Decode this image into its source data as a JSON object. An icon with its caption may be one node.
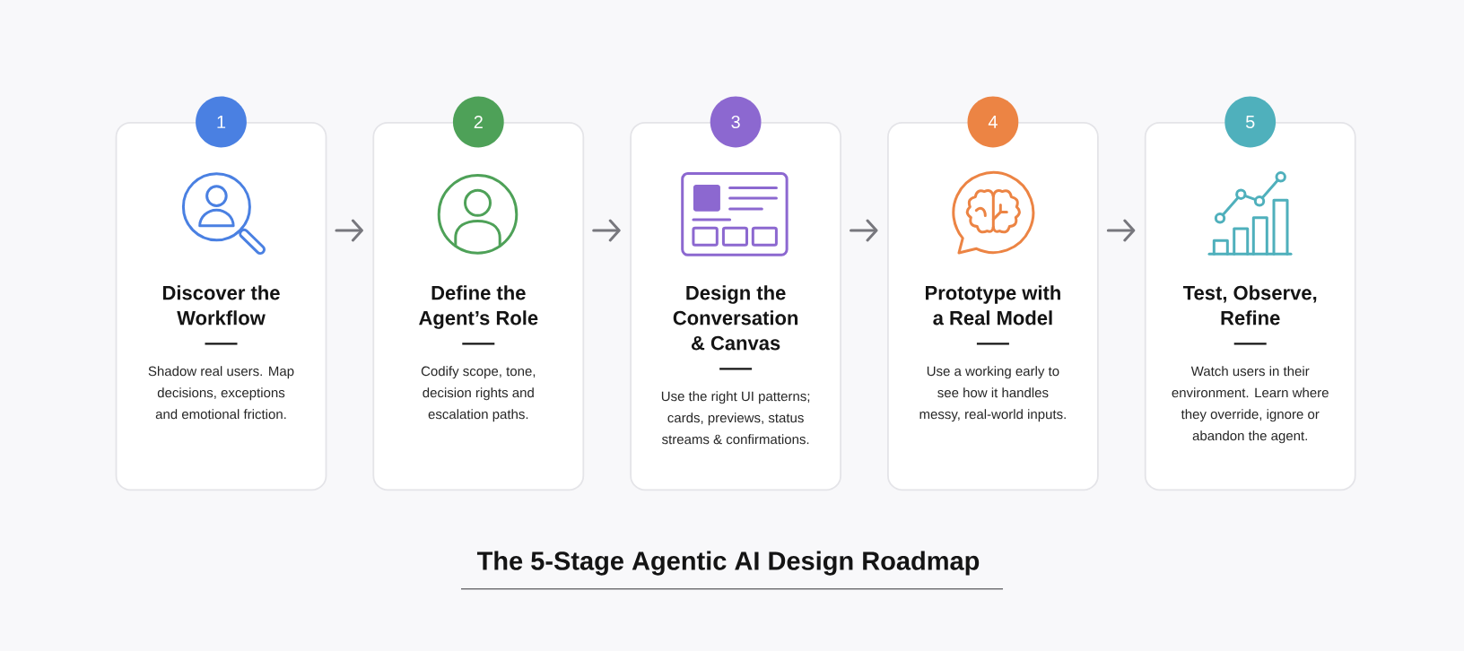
{
  "diagram": {
    "title": "The 5-Stage Agentic AI Design Roadmap",
    "nodes": [
      {
        "text": [
          "1"
        ]
      },
      {
        "text": [
          "Discover the Workflow",
          "Shadow real users. Map decisions, exceptions and emotional friction."
        ]
      },
      {
        "text": [
          "2"
        ]
      },
      {
        "text": [
          "Define the Agent’s Role",
          "Codify scope, tone, decision rights and escalation paths."
        ]
      },
      {
        "text": [
          "3"
        ]
      },
      {
        "text": [
          "Design the Conversation & Canvas",
          "Use the right UI patterns; cards, previews, status streams & confirmations."
        ]
      },
      {
        "text": [
          "4"
        ]
      },
      {
        "text": [
          "Prototype with a Real Model",
          "Use a working early to see how it handles messy, real-world inputs."
        ]
      },
      {
        "text": [
          "5"
        ]
      },
      {
        "text": [
          "Test, Observe, Refine",
          "Watch users in their environment. Learn where they override, ignore or abandon the agent."
        ]
      }
    ],
    "edges": [
      {
        "from": 1,
        "to": 3,
        "arrow": "to"
      },
      {
        "from": 3,
        "to": 5,
        "arrow": "to"
      },
      {
        "from": 5,
        "to": 7,
        "arrow": "to"
      },
      {
        "from": 7,
        "to": 9,
        "arrow": "to"
      }
    ]
  }
}
